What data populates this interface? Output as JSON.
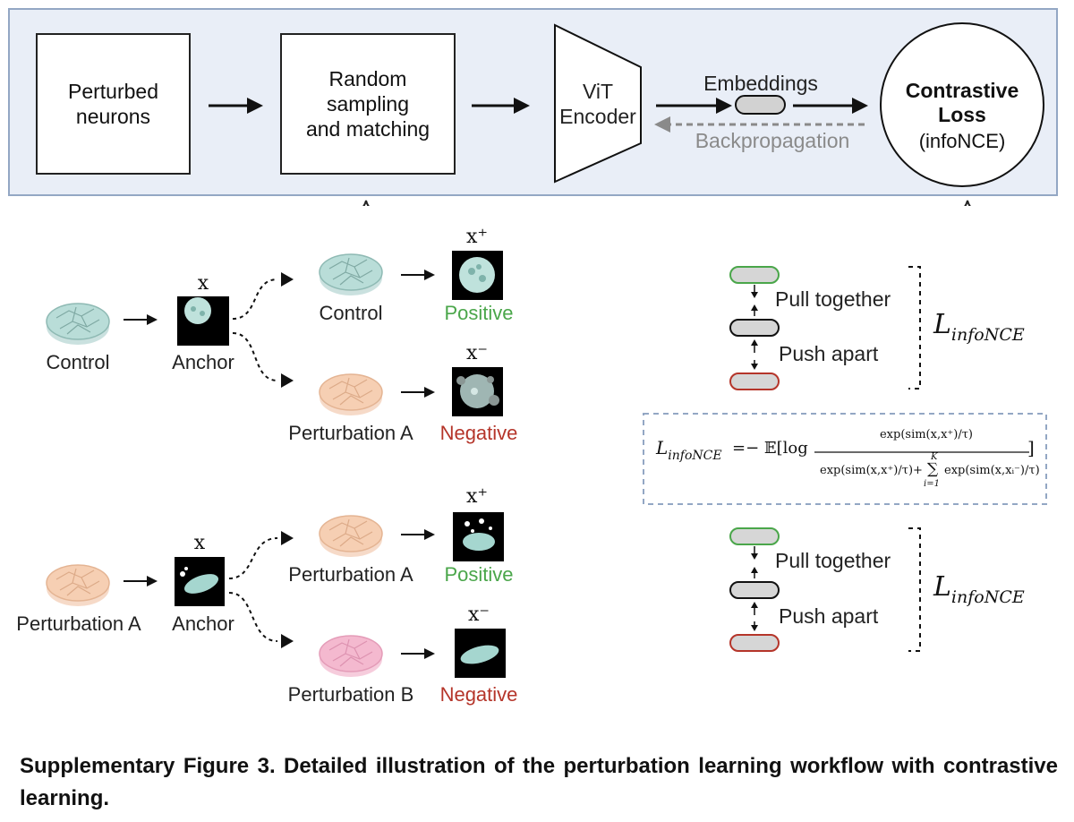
{
  "pipeline": {
    "step1": "Perturbed\nneurons",
    "step2": "Random\nsampling\nand matching",
    "encoder": "ViT\nEncoder",
    "embeddings": "Embeddings",
    "backprop": "Backpropagation",
    "loss_title": "Contrastive\nLoss",
    "loss_sub": "(infoNCE)"
  },
  "left_panel": {
    "row1": {
      "source": "Control",
      "anchor_var": "x",
      "anchor": "Anchor",
      "pos_var": "x⁺",
      "neg_var": "x⁻",
      "pos_dish": "Control",
      "pos_label": "Positive",
      "neg_dish": "Perturbation A",
      "neg_label": "Negative"
    },
    "row2": {
      "source": "Perturbation A",
      "anchor_var": "x",
      "anchor": "Anchor",
      "pos_var": "x⁺",
      "neg_var": "x⁻",
      "pos_dish": "Perturbation A",
      "pos_label": "Positive",
      "neg_dish": "Perturbation B",
      "neg_label": "Negative"
    }
  },
  "right_panel": {
    "pull": "Pull together",
    "push": "Push apart",
    "loss_symbol": "L",
    "loss_sub": "infoNCE",
    "formula": {
      "lhs": "L",
      "lhs_sub": "infoNCE",
      "eq": "=− 𝔼[log",
      "num": "exp(sim(x,x⁺)/τ)",
      "den_a": "exp(sim(x,x⁺)/τ)+",
      "den_sum": "∑",
      "den_top": "K",
      "den_bot": "i=1",
      "den_b": "exp(sim(x,xᵢ⁻)/τ)",
      "close": "]"
    }
  },
  "colors": {
    "panel_fill": "#e9eef7",
    "panel_border": "#93a7c4",
    "positive": "#4aa64a",
    "negative": "#b5352a",
    "control_dish": "#b9ddd8",
    "pertA_dish": "#f6cfb3",
    "pertB_dish": "#f4b9cf"
  },
  "caption": "Supplementary Figure 3. Detailed illustration of the perturbation learning workflow with contrastive learning."
}
